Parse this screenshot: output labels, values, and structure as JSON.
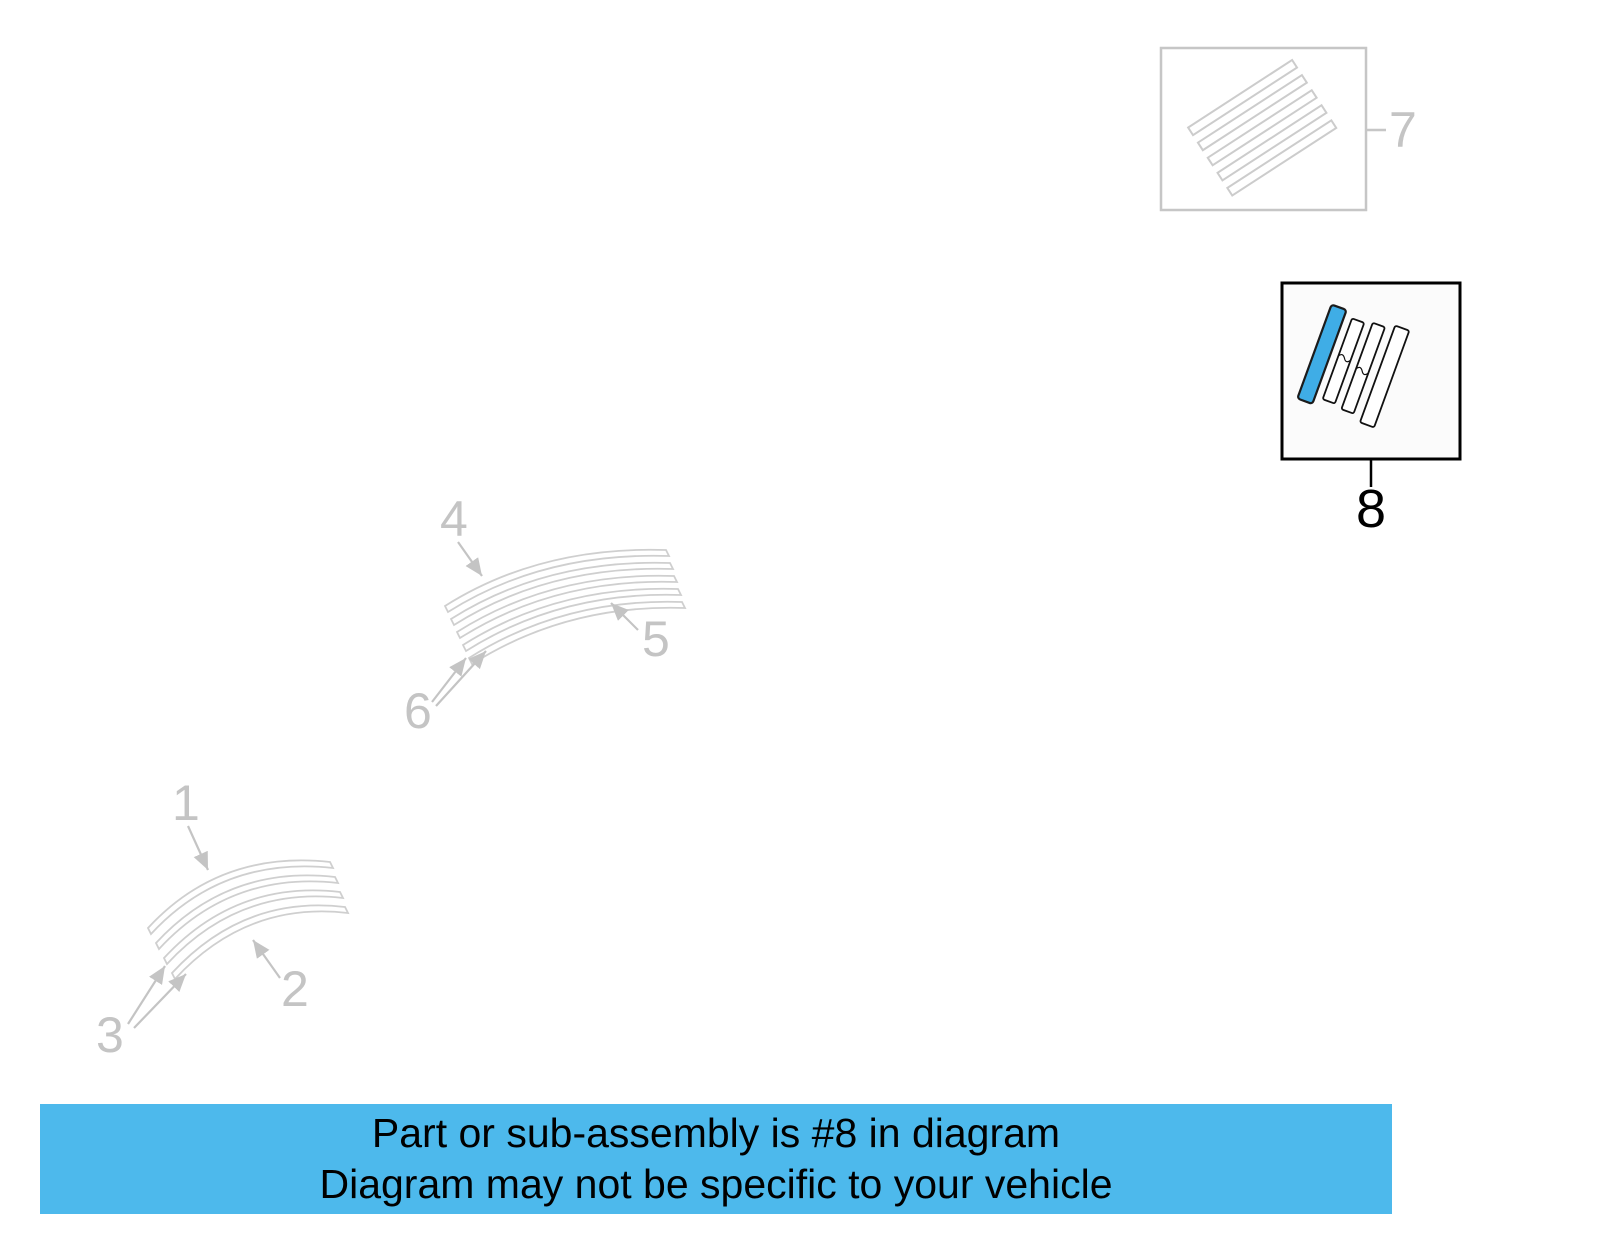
{
  "colors": {
    "highlight": "#3fade6",
    "banner_bg": "#4db9ec",
    "faded": "#c6c6c6",
    "ink": "#000000"
  },
  "callouts": {
    "c1": "1",
    "c2": "2",
    "c3": "3",
    "c4": "4",
    "c5": "5",
    "c6": "6",
    "c7": "7",
    "c8": "8"
  },
  "selected_part": "8",
  "banner": {
    "line1": "Part or sub-assembly is #8 in diagram",
    "line2": "Diagram may not be specific to your vehicle"
  }
}
